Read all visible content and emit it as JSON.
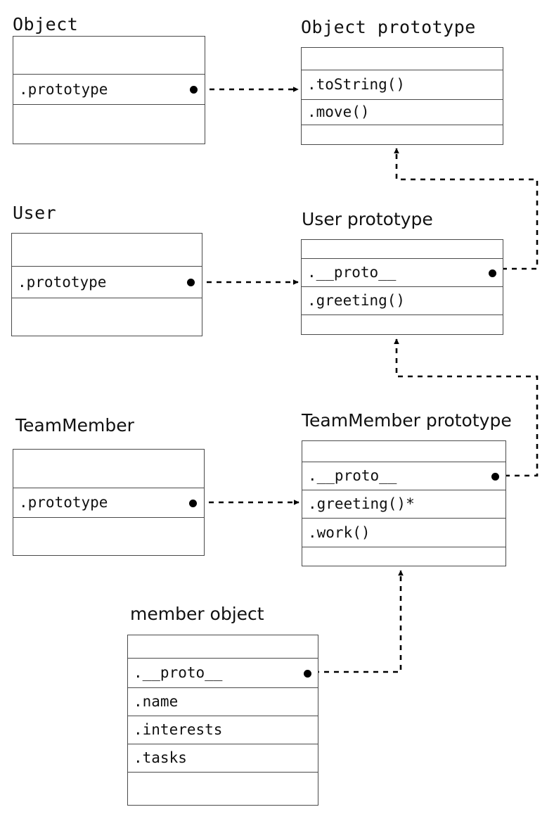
{
  "diagram": {
    "title": "JavaScript prototype chain diagram",
    "type": "class-prototype-chain",
    "stroke_color": "#4a4a4a",
    "line_color": "#000000",
    "background": "#ffffff"
  },
  "boxes": [
    {
      "id": "object",
      "heading": "Object",
      "heading_font": "mono",
      "rows": [
        {
          "label": "",
          "dot": false
        },
        {
          "label": ".prototype",
          "dot": true
        },
        {
          "label": "",
          "dot": false
        }
      ]
    },
    {
      "id": "object-prototype",
      "heading": "Object prototype",
      "heading_font": "mono",
      "rows": [
        {
          "label": "",
          "dot": false
        },
        {
          "label": ".toString()",
          "dot": false
        },
        {
          "label": ".move()",
          "dot": false
        },
        {
          "label": "",
          "dot": false
        }
      ]
    },
    {
      "id": "user",
      "heading": "User",
      "heading_font": "mono",
      "rows": [
        {
          "label": "",
          "dot": false
        },
        {
          "label": ".prototype",
          "dot": true
        },
        {
          "label": "",
          "dot": false
        }
      ]
    },
    {
      "id": "user-prototype",
      "heading": "User prototype",
      "heading_font": "sans",
      "rows": [
        {
          "label": "",
          "dot": false
        },
        {
          "label": ".__proto__",
          "dot": true
        },
        {
          "label": ".greeting()",
          "dot": false
        },
        {
          "label": "",
          "dot": false
        }
      ]
    },
    {
      "id": "teammember",
      "heading": "TeamMember",
      "heading_font": "sans",
      "rows": [
        {
          "label": "",
          "dot": false
        },
        {
          "label": ".prototype",
          "dot": true
        },
        {
          "label": "",
          "dot": false
        }
      ]
    },
    {
      "id": "teammember-prototype",
      "heading": "TeamMember prototype",
      "heading_font": "sans",
      "rows": [
        {
          "label": "",
          "dot": false
        },
        {
          "label": ".__proto__",
          "dot": true
        },
        {
          "label": ".greeting()*",
          "dot": false
        },
        {
          "label": ".work()",
          "dot": false
        },
        {
          "label": "",
          "dot": false
        }
      ]
    },
    {
      "id": "member-object",
      "heading": "member object",
      "heading_font": "sans",
      "rows": [
        {
          "label": "",
          "dot": false
        },
        {
          "label": ".__proto__",
          "dot": true
        },
        {
          "label": ".name",
          "dot": false
        },
        {
          "label": ".interests",
          "dot": false
        },
        {
          "label": ".tasks",
          "dot": false
        },
        {
          "label": "",
          "dot": false
        }
      ]
    }
  ],
  "connections": [
    {
      "from": "object.prototype",
      "to": "object-prototype",
      "style": "dashed-arrow"
    },
    {
      "from": "user.prototype",
      "to": "user-prototype",
      "style": "dashed-arrow"
    },
    {
      "from": "teammember.prototype",
      "to": "teammember-prototype",
      "style": "dashed-arrow"
    },
    {
      "from": "user-prototype.__proto__",
      "to": "object-prototype",
      "style": "dashed-arrow"
    },
    {
      "from": "teammember-prototype.__proto__",
      "to": "user-prototype",
      "style": "dashed-arrow"
    },
    {
      "from": "member-object.__proto__",
      "to": "teammember-prototype",
      "style": "dashed-arrow"
    }
  ]
}
